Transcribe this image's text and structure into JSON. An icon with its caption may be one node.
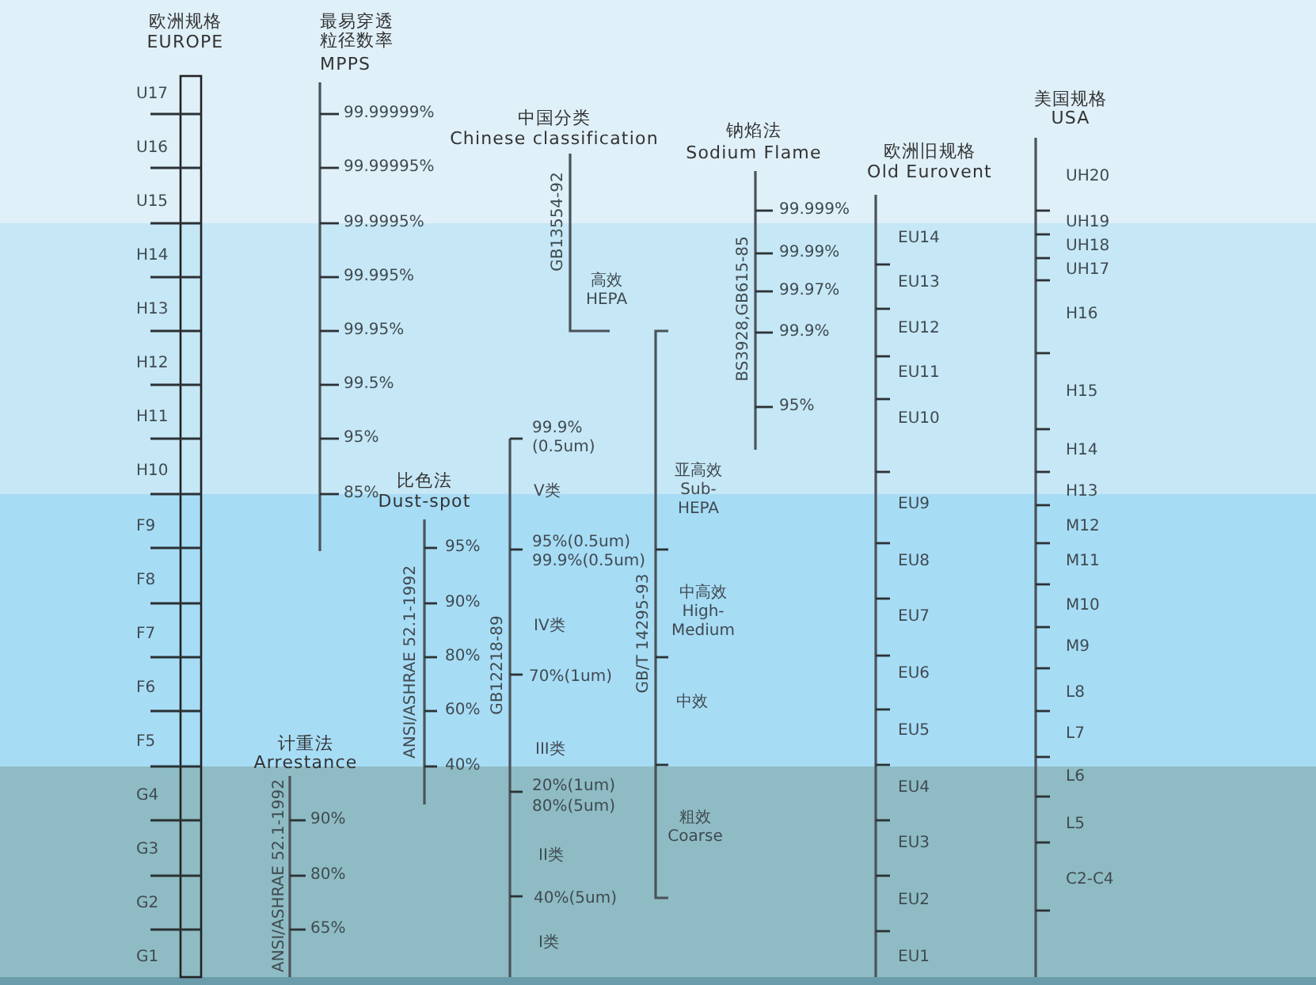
{
  "diagram": {
    "labels": [
      "欧洲规格",
      "EUROPE",
      "U17",
      "U16",
      "U15",
      "H14",
      "H13",
      "H12",
      "H11",
      "H10",
      "F9",
      "F8",
      "F7",
      "F6",
      "F5",
      "G4",
      "G3",
      "G2",
      "G1",
      "最易穿透粒径数率",
      "MPPS",
      "99.99999%",
      "99.99995%",
      "99.9995%",
      "99.995%",
      "99.95%",
      "99.5%",
      "95%",
      "85%",
      "计重法",
      "Arrestance",
      "ANSI/ASHRAE 52.1-1992",
      "90%",
      "80%",
      "65%",
      "比色法",
      "Dust-spot",
      "ANSI/ASHRAE 52.1-1992",
      "95%",
      "90%",
      "80%",
      "60%",
      "40%",
      "中国分类",
      "Chinese classification",
      "GB13554-92",
      "高效",
      "HEPA",
      "99.9% (0.5um)",
      "V类",
      "95%(0.5um)",
      "99.9%(0.5um)",
      "IV类",
      "70%(1um)",
      "III类",
      "20%(1um)",
      "80%(5um)",
      "II类",
      "40%(5um)",
      "I类",
      "GB12218-89",
      "亚高效",
      "Sub- HEPA",
      "中高效",
      "High- Medium",
      "中效",
      "粗效",
      "Coarse",
      "GB/T 14295-93",
      "钠焰法",
      "Sodium Flame",
      "BS3928,GB615-85",
      "99.999%",
      "99.99%",
      "99.97%",
      "99.9%",
      "95%",
      "欧洲旧规格",
      "Old Eurovent",
      "EU14",
      "EU13",
      "EU12",
      "EU11",
      "EU10",
      "EU9",
      "EU8",
      "EU7",
      "EU6",
      "EU5",
      "EU4",
      "EU3",
      "EU2",
      "EU1",
      "美国规格",
      "USA",
      "UH20",
      "UH19",
      "UH18",
      "UH17",
      "H16",
      "H15",
      "H14",
      "H13",
      "M12",
      "M11",
      "M10",
      "M9",
      "L8",
      "L7",
      "L6",
      "L5",
      "C2-C4"
    ]
  }
}
